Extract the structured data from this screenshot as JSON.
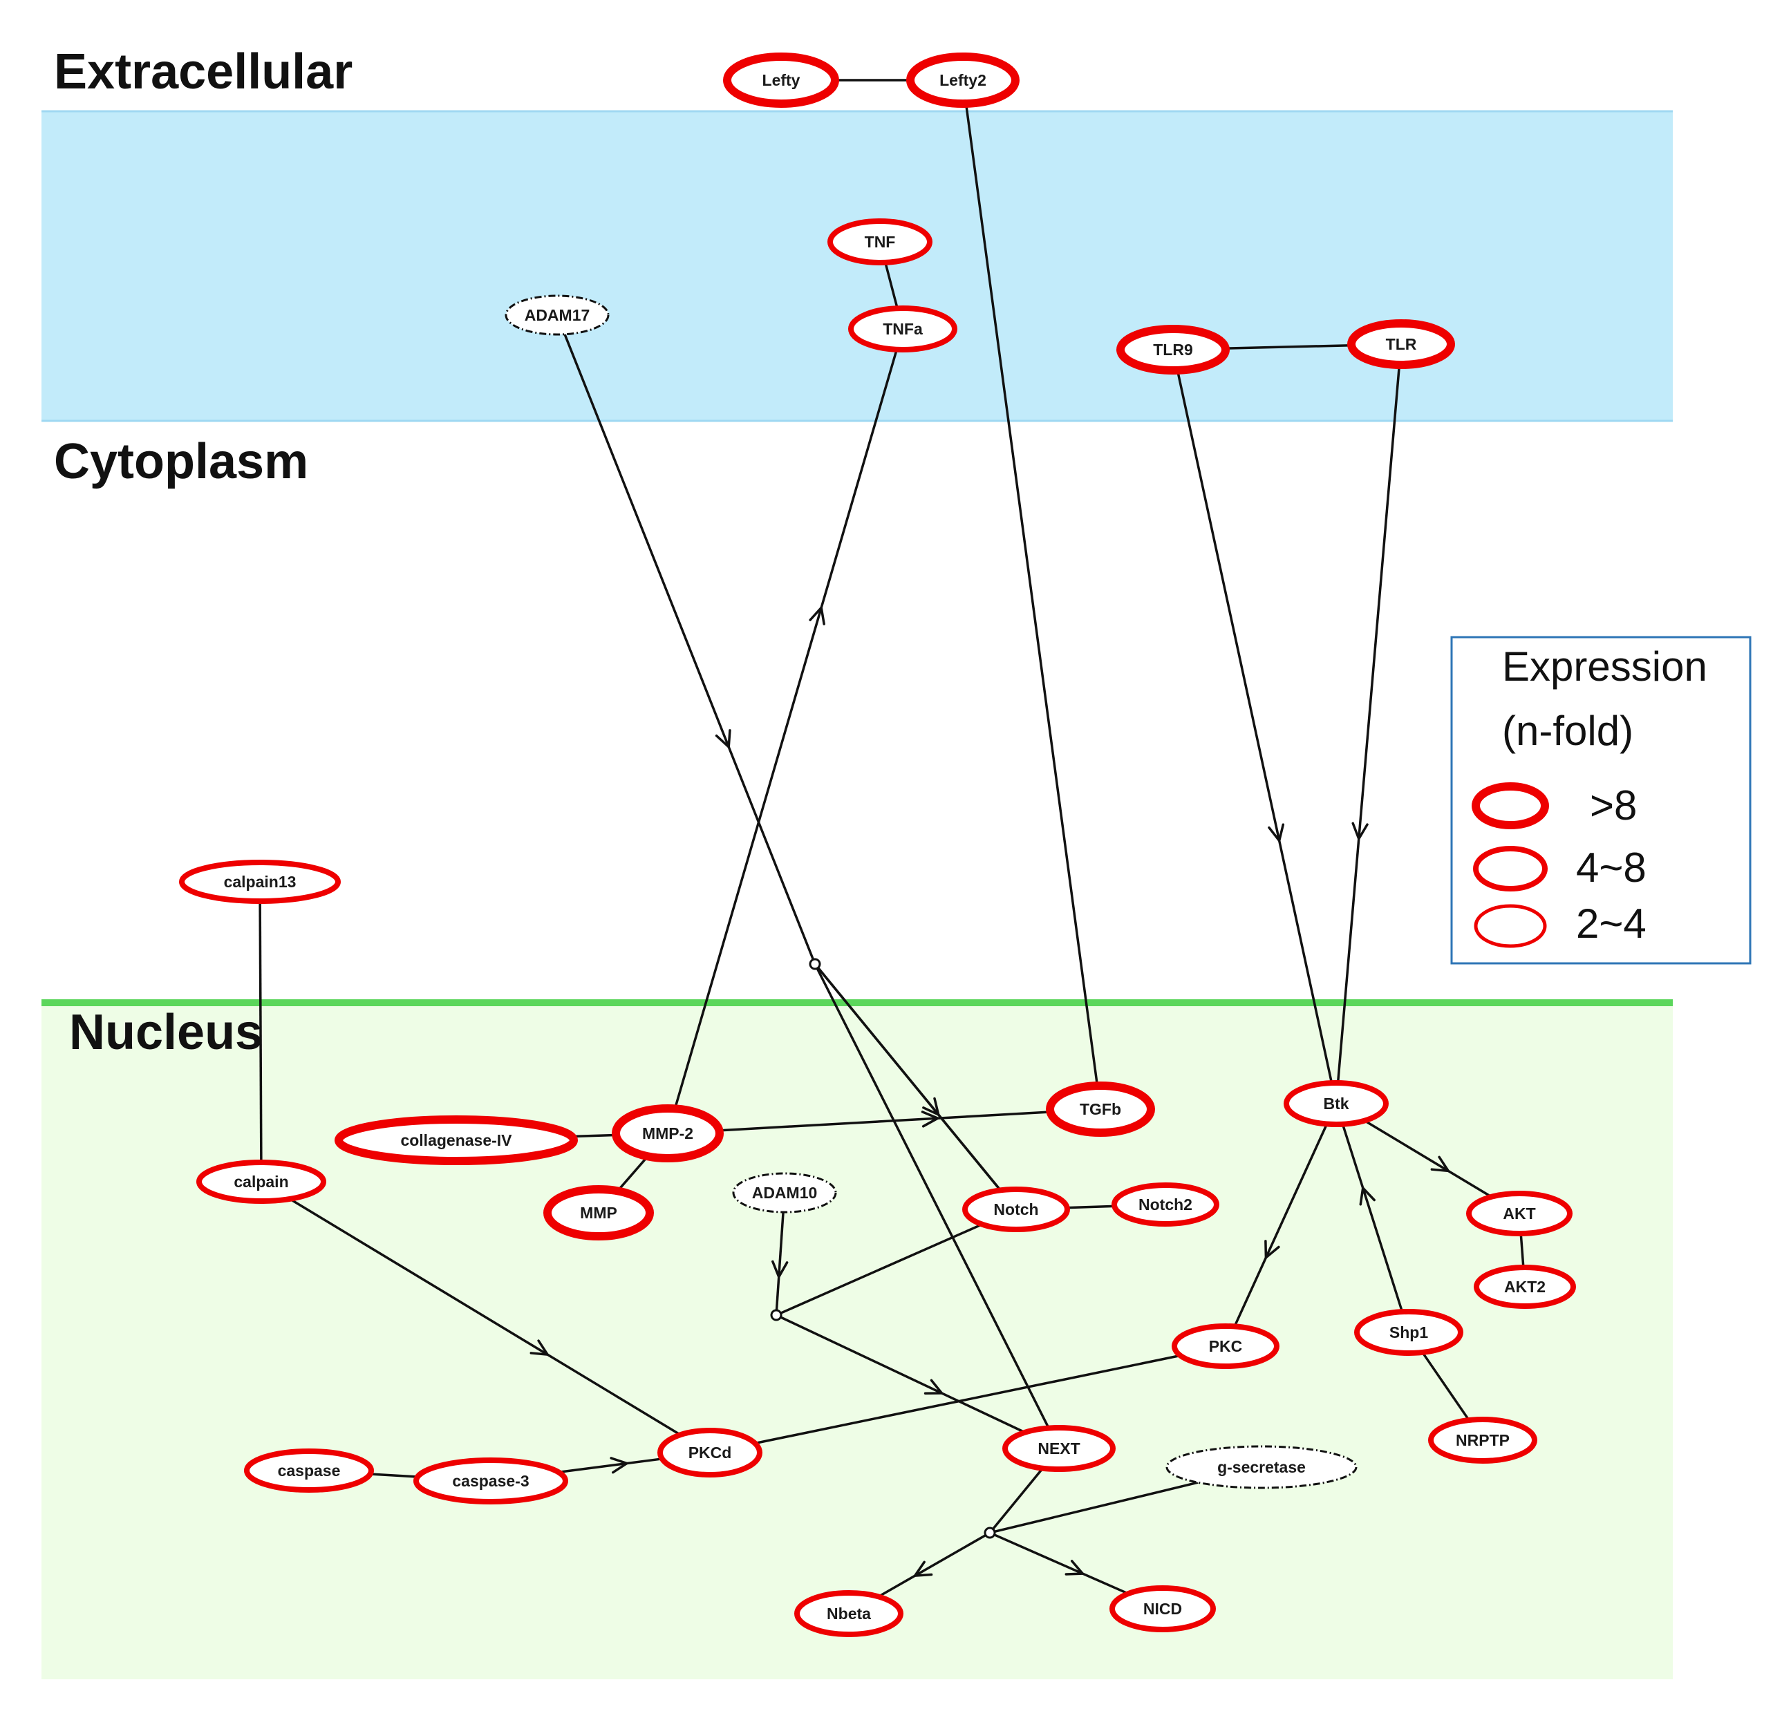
{
  "regions": {
    "extracellular": "Extracellular",
    "cytoplasm": "Cytoplasm",
    "nucleus": "Nucleus"
  },
  "legend": {
    "title_line1": "Expression",
    "title_line2": "(n-fold)",
    "levels": [
      {
        "label": ">8",
        "level": "high"
      },
      {
        "label": "4~8",
        "level": "mid"
      },
      {
        "label": "2~4",
        "level": "low"
      }
    ]
  },
  "colors": {
    "node_outline": "#ee0000",
    "membrane_band": "#c2ebfa",
    "nucleus_bg": "#eefde6",
    "nucleus_line": "#5bd65b",
    "edge": "#111111",
    "legend_border": "#2e75b6"
  },
  "nodes": [
    {
      "id": "Lefty",
      "label": "Lefty",
      "expression": "high"
    },
    {
      "id": "Lefty2",
      "label": "Lefty2",
      "expression": "high"
    },
    {
      "id": "TNF",
      "label": "TNF",
      "expression": "mid"
    },
    {
      "id": "ADAM17",
      "label": "ADAM17",
      "expression": "none"
    },
    {
      "id": "TNFa",
      "label": "TNFa",
      "expression": "mid"
    },
    {
      "id": "TLR9",
      "label": "TLR9",
      "expression": "high"
    },
    {
      "id": "TLR",
      "label": "TLR",
      "expression": "high"
    },
    {
      "id": "calpain13",
      "label": "calpain13",
      "expression": "mid"
    },
    {
      "id": "collagenase-IV",
      "label": "collagenase-IV",
      "expression": "high"
    },
    {
      "id": "MMP-2",
      "label": "MMP-2",
      "expression": "high"
    },
    {
      "id": "TGFb",
      "label": "TGFb",
      "expression": "high"
    },
    {
      "id": "Btk",
      "label": "Btk",
      "expression": "mid"
    },
    {
      "id": "calpain",
      "label": "calpain",
      "expression": "mid"
    },
    {
      "id": "MMP",
      "label": "MMP",
      "expression": "high"
    },
    {
      "id": "ADAM10",
      "label": "ADAM10",
      "expression": "none"
    },
    {
      "id": "Notch",
      "label": "Notch",
      "expression": "mid"
    },
    {
      "id": "Notch2",
      "label": "Notch2",
      "expression": "mid"
    },
    {
      "id": "AKT",
      "label": "AKT",
      "expression": "mid"
    },
    {
      "id": "AKT2",
      "label": "AKT2",
      "expression": "mid"
    },
    {
      "id": "PKC",
      "label": "PKC",
      "expression": "mid"
    },
    {
      "id": "Shp1",
      "label": "Shp1",
      "expression": "mid"
    },
    {
      "id": "caspase",
      "label": "caspase",
      "expression": "mid"
    },
    {
      "id": "caspase-3",
      "label": "caspase-3",
      "expression": "mid"
    },
    {
      "id": "PKCd",
      "label": "PKCd",
      "expression": "mid"
    },
    {
      "id": "NEXT",
      "label": "NEXT",
      "expression": "mid"
    },
    {
      "id": "g-secretase",
      "label": "g-secretase",
      "expression": "none"
    },
    {
      "id": "NRPTP",
      "label": "NRPTP",
      "expression": "mid"
    },
    {
      "id": "Nbeta",
      "label": "Nbeta",
      "expression": "mid"
    },
    {
      "id": "NICD",
      "label": "NICD",
      "expression": "mid"
    }
  ],
  "edges": [
    {
      "from": "Lefty",
      "to": "Lefty2",
      "arrow": false
    },
    {
      "from": "Lefty2",
      "to": "TGFb",
      "arrow": false
    },
    {
      "from": "TNF",
      "to": "TNFa",
      "arrow": false
    },
    {
      "from": "MMP-2",
      "to": "TNFa",
      "arrow": true
    },
    {
      "from": "ADAM17",
      "to": "j1",
      "arrow": true
    },
    {
      "from": "TLR9",
      "to": "TLR",
      "arrow": false
    },
    {
      "from": "TLR9",
      "to": "Btk",
      "arrow": true
    },
    {
      "from": "TLR",
      "to": "Btk",
      "arrow": true
    },
    {
      "from": "calpain13",
      "to": "calpain",
      "arrow": false
    },
    {
      "from": "collagenase-IV",
      "to": "MMP-2",
      "arrow": false
    },
    {
      "from": "MMP-2",
      "to": "TGFb",
      "arrow": true
    },
    {
      "from": "MMP-2",
      "to": "MMP",
      "arrow": false
    },
    {
      "from": "Notch",
      "to": "j1",
      "arrow": false
    },
    {
      "from": "j1",
      "to": "Notch",
      "arrow": true
    },
    {
      "from": "j1",
      "to": "NEXT",
      "arrow": false
    },
    {
      "from": "Notch",
      "to": "Notch2",
      "arrow": false
    },
    {
      "from": "ADAM10",
      "to": "j2",
      "arrow": true
    },
    {
      "from": "Notch",
      "to": "j2",
      "arrow": false
    },
    {
      "from": "j2",
      "to": "NEXT",
      "arrow": true
    },
    {
      "from": "Btk",
      "to": "AKT",
      "arrow": true
    },
    {
      "from": "Btk",
      "to": "PKC",
      "arrow": true
    },
    {
      "from": "Shp1",
      "to": "Btk",
      "arrow": true
    },
    {
      "from": "AKT",
      "to": "AKT2",
      "arrow": false
    },
    {
      "from": "Shp1",
      "to": "NRPTP",
      "arrow": false
    },
    {
      "from": "calpain",
      "to": "PKCd",
      "arrow": true
    },
    {
      "from": "caspase",
      "to": "caspase-3",
      "arrow": false
    },
    {
      "from": "caspase-3",
      "to": "PKCd",
      "arrow": true
    },
    {
      "from": "PKCd",
      "to": "PKC",
      "arrow": false
    },
    {
      "from": "NEXT",
      "to": "j3",
      "arrow": false
    },
    {
      "from": "g-secretase",
      "to": "j3",
      "arrow": false
    },
    {
      "from": "j3",
      "to": "Nbeta",
      "arrow": true
    },
    {
      "from": "j3",
      "to": "NICD",
      "arrow": true
    }
  ]
}
